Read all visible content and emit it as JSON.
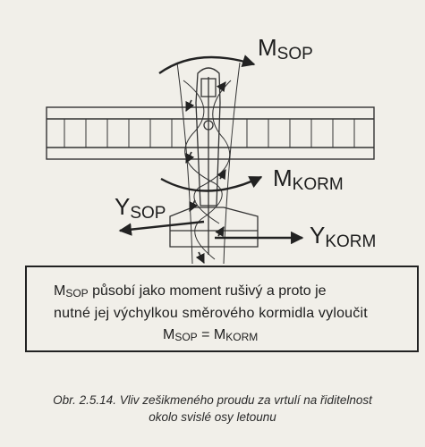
{
  "labels": {
    "m_sop_main": "M",
    "m_sop_main_sub": "SOP",
    "m_korm_main": "M",
    "m_korm_main_sub": "KORM",
    "y_sop_main": "Y",
    "y_sop_main_sub": "SOP",
    "y_korm_main": "Y",
    "y_korm_main_sub": "KORM"
  },
  "box": {
    "line1_m": "M",
    "line1_sub": "SOP",
    "line1_text": " působí jako moment rušivý  a proto je",
    "line2_text": "nutné jej výchylkou  směrového kormidla vyloučit",
    "eq_left_m": "M",
    "eq_left_sub": "SOP",
    "eq_sign": " = ",
    "eq_right_m": "M",
    "eq_right_sub": "KORM"
  },
  "caption": {
    "line1": "Obr. 2.5.14. Vliv zešikmeného proudu za vrtulí na řiditelnost",
    "line2": "okolo svislé osy letounu"
  }
}
